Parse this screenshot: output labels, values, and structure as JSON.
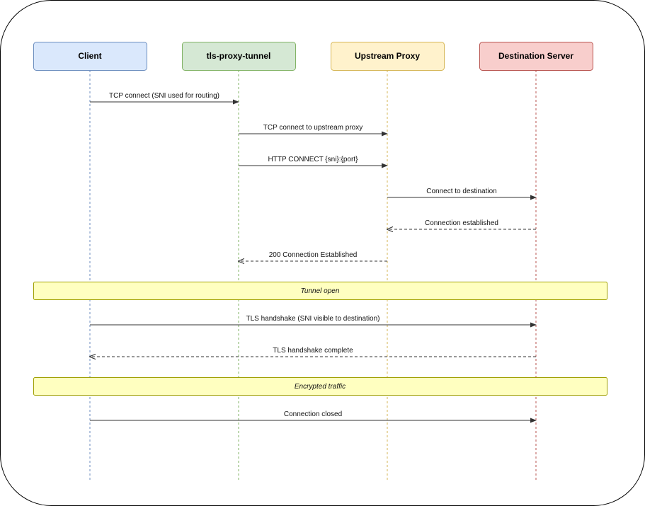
{
  "participants": [
    {
      "id": "client",
      "label": "Client",
      "fill": "#dae8fc",
      "stroke": "#6c8ebf"
    },
    {
      "id": "tunnel",
      "label": "tls-proxy-tunnel",
      "fill": "#d5e8d4",
      "stroke": "#82b366"
    },
    {
      "id": "upstream",
      "label": "Upstream Proxy",
      "fill": "#fff2cc",
      "stroke": "#d6b656"
    },
    {
      "id": "destination",
      "label": "Destination Server",
      "fill": "#f8cecc",
      "stroke": "#b85450"
    }
  ],
  "steps": [
    {
      "kind": "message",
      "from": "client",
      "to": "tunnel",
      "label": "TCP connect (SNI used for routing)",
      "style": "solid"
    },
    {
      "kind": "message",
      "from": "tunnel",
      "to": "upstream",
      "label": "TCP connect to upstream proxy",
      "style": "solid"
    },
    {
      "kind": "message",
      "from": "tunnel",
      "to": "upstream",
      "label": "HTTP CONNECT {sni}:{port}",
      "style": "solid"
    },
    {
      "kind": "message",
      "from": "upstream",
      "to": "destination",
      "label": "Connect to destination",
      "style": "solid"
    },
    {
      "kind": "message",
      "from": "destination",
      "to": "upstream",
      "label": "Connection established",
      "style": "dashed"
    },
    {
      "kind": "message",
      "from": "upstream",
      "to": "tunnel",
      "label": "200 Connection Established",
      "style": "dashed"
    },
    {
      "kind": "note",
      "label": "Tunnel open"
    },
    {
      "kind": "message",
      "from": "client",
      "to": "destination",
      "label": "TLS handshake (SNI visible to destination)",
      "style": "solid"
    },
    {
      "kind": "message",
      "from": "destination",
      "to": "client",
      "label": "TLS handshake complete",
      "style": "dashed"
    },
    {
      "kind": "note",
      "label": "Encrypted traffic"
    },
    {
      "kind": "message",
      "from": "client",
      "to": "destination",
      "label": "Connection closed",
      "style": "solid"
    }
  ],
  "colors": {
    "frame_stroke": "#000000",
    "message_line": "#333333",
    "note_fill": "#ffffc0",
    "note_stroke": "#a0a000"
  }
}
